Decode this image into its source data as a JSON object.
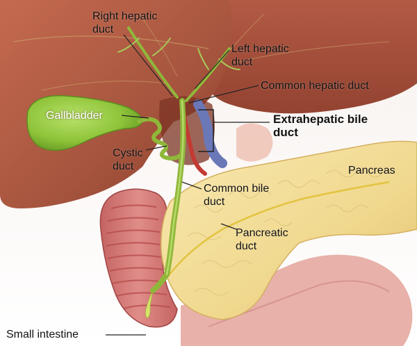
{
  "diagram": {
    "labels": {
      "right_hepatic_duct": [
        "Right hepatic",
        "duct"
      ],
      "left_hepatic_duct": [
        "Left hepatic",
        "duct"
      ],
      "common_hepatic_duct": "Common hepatic duct",
      "gallbladder": "Gallbladder",
      "extrahepatic_bile_duct": [
        "Extrahepatic bile",
        "duct"
      ],
      "cystic_duct": [
        "Cystic",
        "duct"
      ],
      "pancreas": "Pancreas",
      "common_bile_duct": [
        "Common bile",
        "duct"
      ],
      "pancreatic_duct": [
        "Pancreatic",
        "duct"
      ],
      "small_intestine": "Small intestine"
    },
    "colors": {
      "liver": "#a8563f",
      "liver_dark": "#7c3424",
      "gallbladder": "#8fc43a",
      "bile_duct": "#8fb83a",
      "pancreas": "#f2dc96",
      "intestine": "#d67a78",
      "intestine_fold": "#b9514f",
      "vein": "#6a78b8",
      "artery": "#c23a32"
    }
  }
}
